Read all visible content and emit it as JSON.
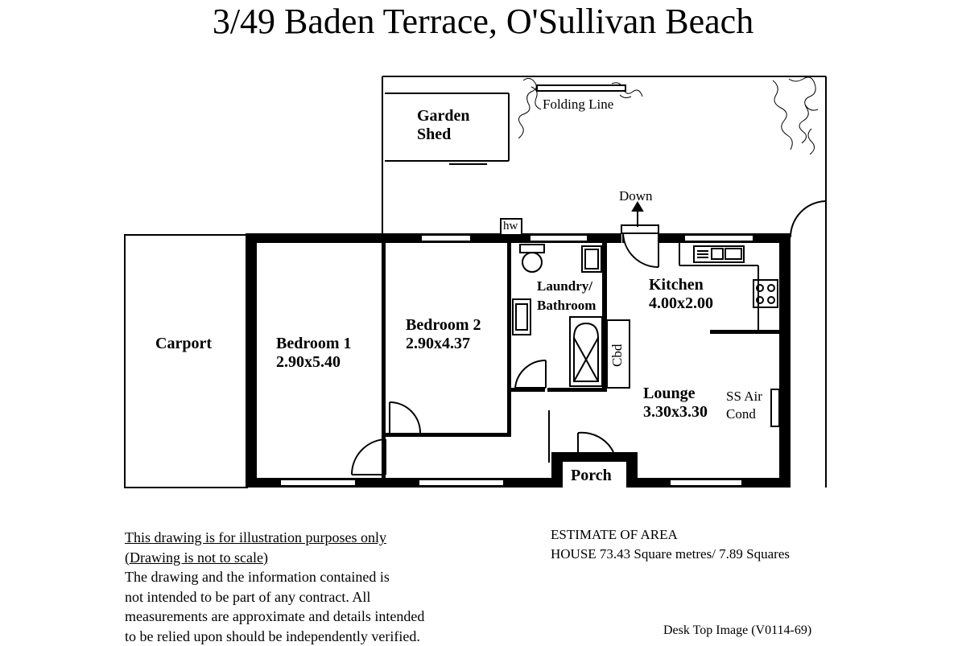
{
  "title": "3/49 Baden Terrace,  O'Sullivan Beach",
  "rooms": {
    "garden_shed_line1": "Garden",
    "garden_shed_line2": "Shed",
    "folding_line": "Folding Line",
    "down": "Down",
    "hw": "hw",
    "carport": "Carport",
    "bedroom1_name": "Bedroom 1",
    "bedroom1_size": "2.90x5.40",
    "bedroom2_name": "Bedroom 2",
    "bedroom2_size": "2.90x4.37",
    "laundry_line1": "Laundry/",
    "laundry_line2": "Bathroom",
    "kitchen_name": "Kitchen",
    "kitchen_size": "4.00x2.00",
    "cbd": "Cbd",
    "lounge_name": "Lounge",
    "lounge_size": "3.30x3.30",
    "aircon_line1": "SS Air",
    "aircon_line2": "Cond",
    "porch": "Porch"
  },
  "disclaimer": {
    "line1": "This drawing is for illustration purposes only",
    "line2": "(Drawing is not to scale)",
    "line3": "The drawing and the information contained is",
    "line4": "not intended to be part of any contract.  All",
    "line5": "measurements are approximate and details intended",
    "line6": "to be relied upon should be independently verified."
  },
  "area": {
    "heading": "ESTIMATE OF AREA",
    "house": "HOUSE  73.43 Square metres/ 7.89 Squares"
  },
  "version": "Desk Top Image  (V0114-69)"
}
